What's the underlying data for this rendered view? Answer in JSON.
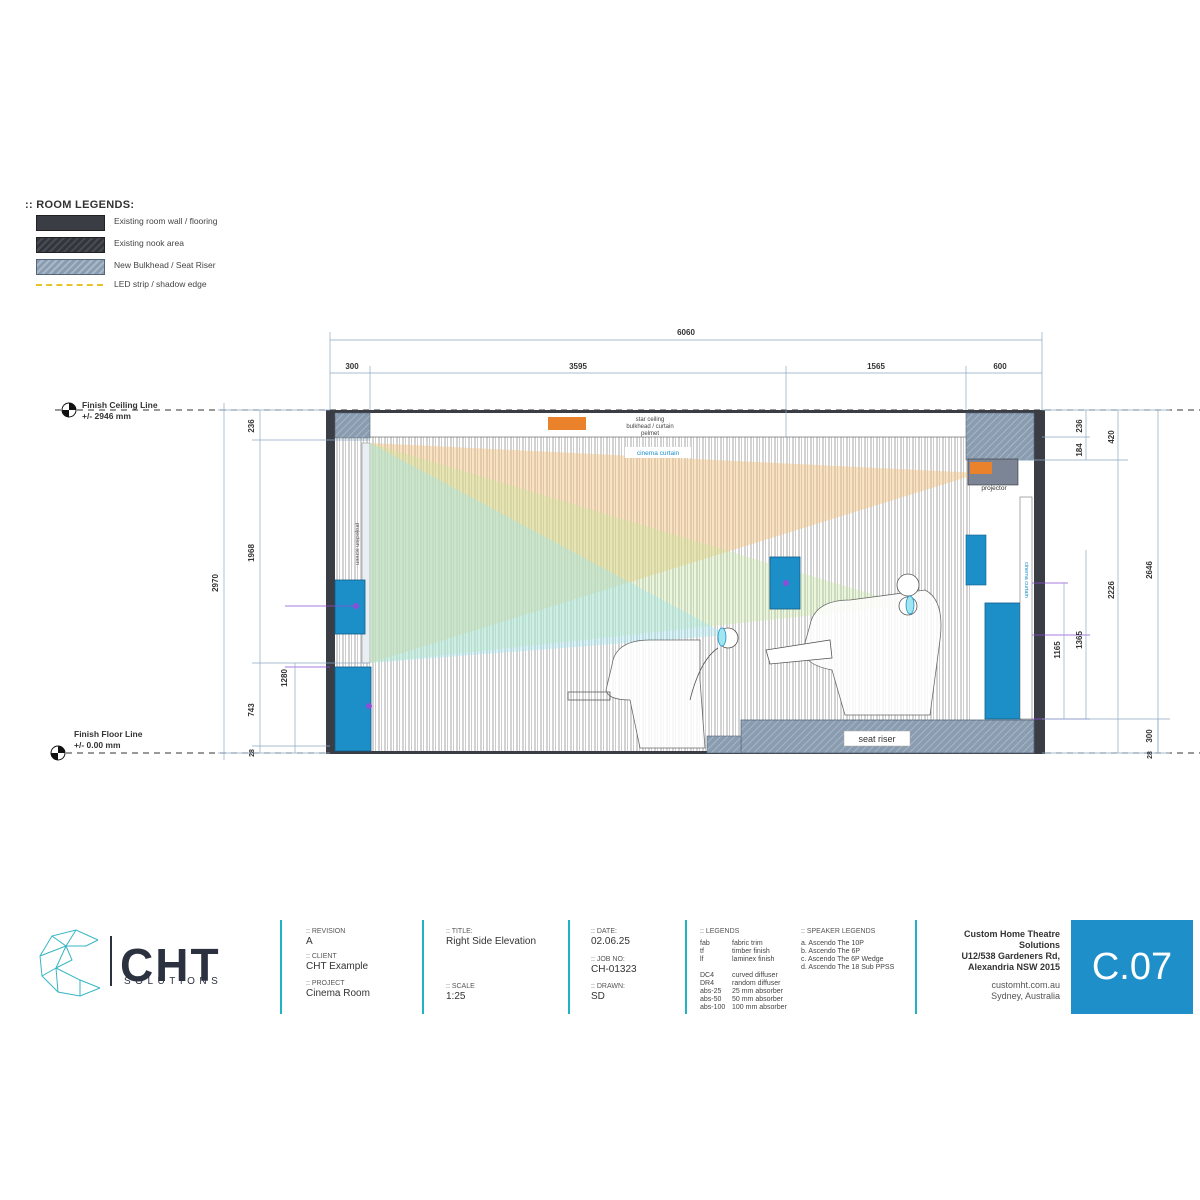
{
  "legends": {
    "title": ":: ROOM LEGENDS:",
    "items": [
      {
        "label": "Existing room wall / flooring",
        "swatch": "dark"
      },
      {
        "label": "Existing nook area",
        "swatch": "nook"
      },
      {
        "label": "New Bulkhead / Seat Riser",
        "swatch": "bulk"
      },
      {
        "label": "LED strip / shadow edge",
        "swatch": "led"
      }
    ]
  },
  "drawing": {
    "dims_top": {
      "total": "6060",
      "d1": "300",
      "d2": "3595",
      "d3": "1565",
      "d4": "600"
    },
    "ceiling": {
      "label": "Finish Ceiling Line",
      "sub": "+/- 2946 mm"
    },
    "floor": {
      "label": "Finish Floor Line",
      "sub": "+/- 0.00 mm"
    },
    "dims_left": {
      "overall": "2970",
      "top": "236",
      "mid": "1968",
      "lower": "1280",
      "low": "743",
      "base": "28"
    },
    "dims_right": {
      "top": "236",
      "r184": "184",
      "r420": "420",
      "r2226": "2226",
      "r2646": "2646",
      "r1365": "1365",
      "r1165": "1165",
      "r300": "300",
      "base": "28"
    },
    "labels": {
      "star_ceiling": "star ceiling",
      "bulkhead": "bulkhead / curtain",
      "pelmet": "pelmet",
      "cinema_curtain": "cinema curtain",
      "projector": "projector",
      "screen": "projection screen",
      "cinema_curtain_right": "cinema curtain",
      "seat_riser": "seat riser"
    }
  },
  "title_block": {
    "company_logo": {
      "main": "CHT",
      "sub": "SOLUTIONS"
    },
    "revision": {
      "label": ":: REVISION",
      "value": "A"
    },
    "client": {
      "label": ":: CLIENT",
      "value": "CHT Example"
    },
    "project": {
      "label": ":: PROJECT",
      "value": "Cinema Room"
    },
    "title": {
      "label": ":: TITLE:",
      "value": "Right Side Elevation"
    },
    "scale": {
      "label": ":: SCALE",
      "value": "1:25"
    },
    "date": {
      "label": ":: DATE:",
      "value": "02.06.25"
    },
    "job_no": {
      "label": ":: JOB NO:",
      "value": "CH-01323"
    },
    "drawn": {
      "label": ":: DRAWN:",
      "value": "SD"
    },
    "legends_label": ":: LEGENDS",
    "legend_codes": [
      "fab",
      "tf",
      "lf",
      "",
      "DC4",
      "DR4",
      "abs-25",
      "abs-50",
      "abs-100"
    ],
    "legend_desc": [
      "fabric trim",
      "timber finish",
      "laminex finish",
      "",
      "curved diffuser",
      "random diffuser",
      "25 mm absorber",
      "50 mm absorber",
      "100 mm absorber"
    ],
    "speaker_label": ":: SPEAKER LEGENDS",
    "speakers": [
      "a. Ascendo The 10P",
      "b. Ascendo The 6P",
      "c. Ascendo The 6P Wedge",
      "d. Ascendo The 18 Sub PPSS"
    ],
    "company": [
      "Custom Home Theatre",
      "Solutions",
      "U12/538 Gardeners Rd,",
      "Alexandria NSW 2015"
    ],
    "web": [
      "customht.com.au",
      "Sydney, Australia"
    ],
    "sheet": "C.07"
  },
  "colors": {
    "accent": "#20b3c6",
    "sheet": "#1f8fc9",
    "wall": "#3b3d44",
    "bulkhead": "#8a9cb0",
    "speaker": "#1c8fc8",
    "dim": "#8ba9c4",
    "purple": "#8a4fd6"
  }
}
